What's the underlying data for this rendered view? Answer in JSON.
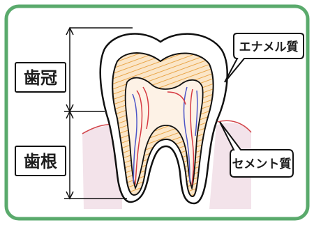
{
  "labels": {
    "crown": "歯冠",
    "root": "歯根",
    "enamel": "エナメル質",
    "cementum": "セメント質"
  },
  "colors": {
    "frame": "#5aaa6c",
    "enamel": "#ffffff",
    "dentin_hatch": "#e9a64a",
    "pulp": "#fdf2e6",
    "nerve_red": "#d63a42",
    "nerve_blue": "#4d55c7",
    "gum": "#f3e3ea",
    "gum_line": "#d2454a",
    "ink": "#111111"
  }
}
